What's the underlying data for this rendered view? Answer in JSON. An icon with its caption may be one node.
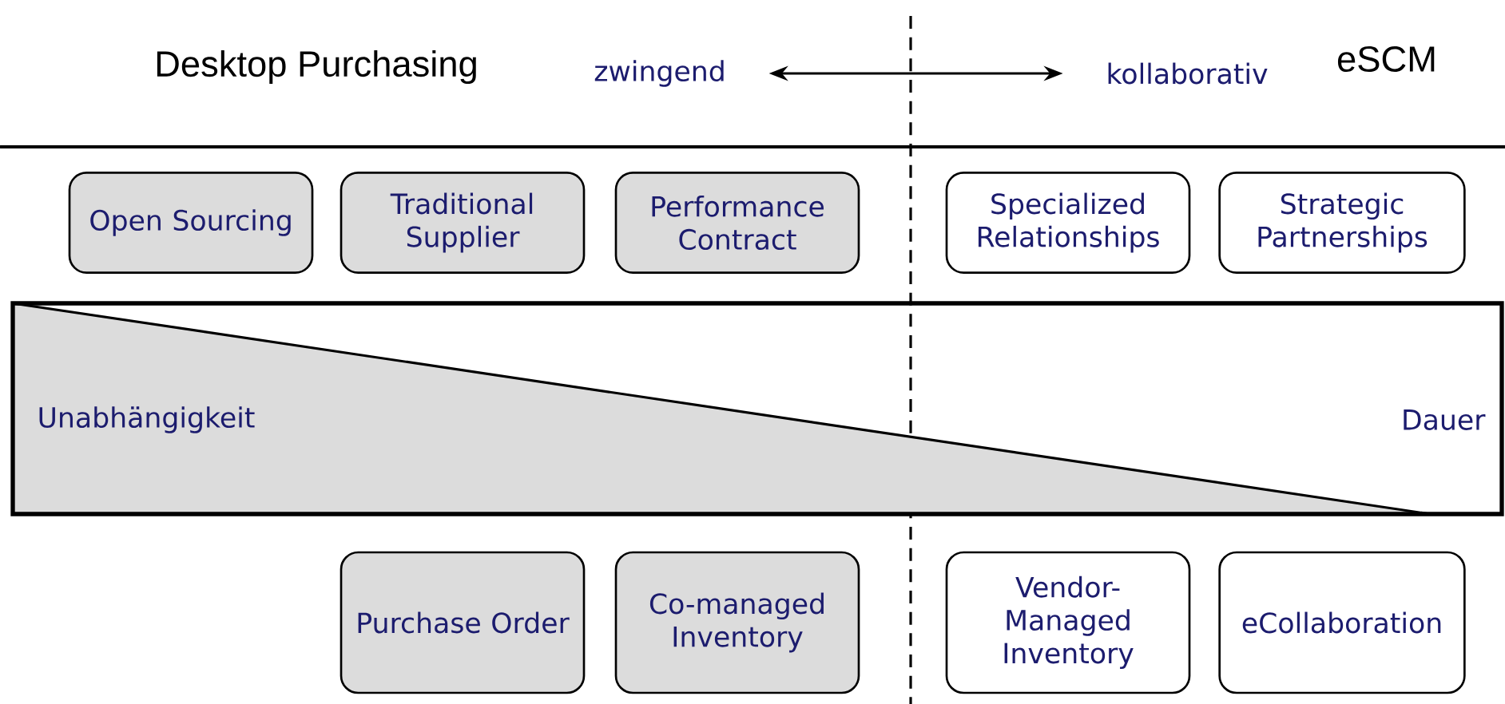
{
  "diagram": {
    "nodes": [
      {
        "text": [
          "zwingend"
        ]
      },
      {
        "text": [
          "kollaborativ"
        ]
      },
      {
        "text": [
          "Open Sourcing"
        ]
      },
      {
        "text": [
          "Traditional Supplier"
        ]
      },
      {
        "text": [
          "Performance Contract"
        ]
      },
      {
        "text": [
          "Specialized Relationships"
        ]
      },
      {
        "text": [
          "Strategic Partnerships"
        ]
      },
      {
        "text": [
          "Unabhängigkeit",
          "Dauer"
        ]
      },
      {
        "text": [
          "Purchase Order"
        ]
      },
      {
        "text": [
          "Co-managed Inventory"
        ]
      },
      {
        "text": [
          "Vendor-Managed Inventory"
        ]
      },
      {
        "text": [
          "eCollaboration"
        ]
      }
    ],
    "edges": [
      {
        "from": 0,
        "to": 1,
        "arrow": "both"
      }
    ],
    "labels": [
      "Desktop Purchasing",
      "eSCM"
    ]
  }
}
